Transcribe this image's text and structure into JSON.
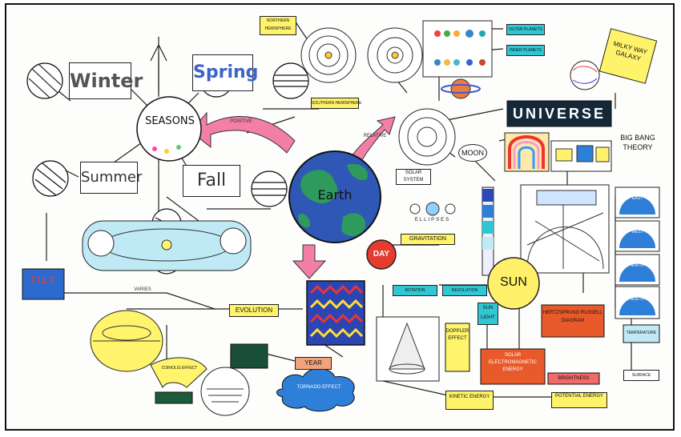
{
  "labels": {
    "winter": "Winter",
    "spring": "Spring",
    "summer": "Summer",
    "fall": "Fall",
    "seasons": "SEASONS",
    "earth": "Earth",
    "universe": "UNIVERSE",
    "moon": "MOON",
    "sun": "SUN",
    "day": "DAY",
    "tilt": "TILT",
    "evolution": "EVOLUTION",
    "gravitation": "GRAVITATION",
    "milky_way": "MILKY WAY GALAXY",
    "big_bang": "BIG BANG THEORY",
    "solar_system": "SOLAR SYSTEM",
    "kinetic_energy": "KINETIC ENERGY",
    "potential_energy": "POTENTIAL ENERGY",
    "solar_electromagnetic_energy": "SOLAR ELECTROMAGNETIC ENERGY",
    "brightness": "BRIGHTNESS",
    "hertzsprung": "HERTZSPRUNG RUSSELL DIAGRAM",
    "temperature": "TEMPERATURE",
    "outer_planets": "OUTER PLANETS",
    "inner_planets": "INNER PLANETS",
    "southern_hemisphere": "SOUTHERN HEMISPHERE",
    "northern_hemisphere": "NORTHERN HEMISPHERE",
    "ellipses": "ELLIPSES",
    "sun_light": "SUN LIGHT",
    "year": "YEAR",
    "rotation": "ROTATION",
    "revolution": "REVOLUTION",
    "surface": "SURFACE",
    "east": "EAST",
    "west": "WEST",
    "north": "NORTH",
    "south": "SOUTH",
    "doppler_effect": "DOPPLER EFFECT",
    "tornado_effect": "TORNADO EFFECT",
    "coriolis": "CORIOLIS EFFECT",
    "positive": "POSITIVE",
    "relative": "RELATIVE",
    "varies": "VARIES"
  },
  "colors": {
    "earth_blue": "#2f57b5",
    "earth_green": "#2e9a5c",
    "pink_arrow": "#f37fa8",
    "sun_yellow": "#fff06a",
    "universe_dark": "#15283a",
    "tilt_blue": "#2d6ad0",
    "day_red": "#e63b2e",
    "highlight_yellow": "#fff36b",
    "cyan": "#31c6d4",
    "orange_red": "#e95a2a",
    "cloud_blue": "#2d7fd8"
  }
}
